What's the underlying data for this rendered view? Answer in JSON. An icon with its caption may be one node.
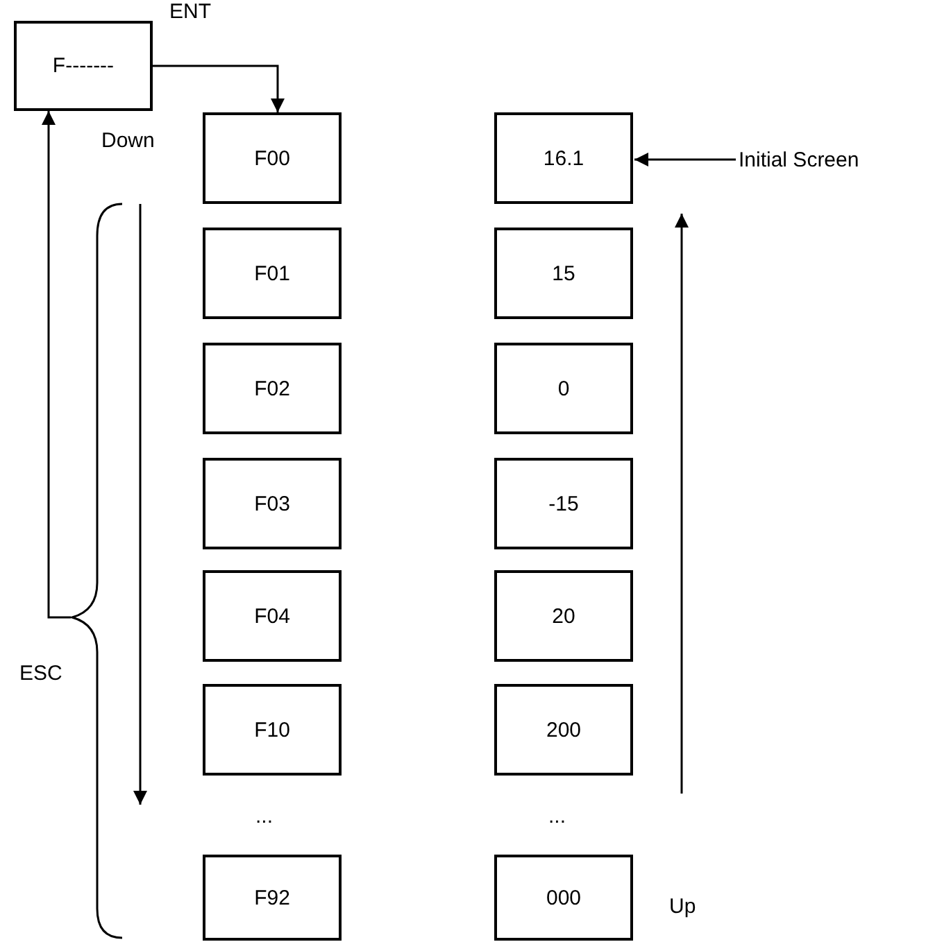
{
  "diagram": {
    "nodes": [
      {
        "text": [
          "F-------"
        ]
      },
      {
        "text": [
          "F00"
        ]
      },
      {
        "text": [
          "F01"
        ]
      },
      {
        "text": [
          "F02"
        ]
      },
      {
        "text": [
          "F03"
        ]
      },
      {
        "text": [
          "F04"
        ]
      },
      {
        "text": [
          "F10"
        ]
      },
      {
        "text": [
          "F92"
        ]
      },
      {
        "text": [
          "16.1"
        ]
      },
      {
        "text": [
          "15"
        ]
      },
      {
        "text": [
          "0"
        ]
      },
      {
        "text": [
          "-15"
        ]
      },
      {
        "text": [
          "20"
        ]
      },
      {
        "text": [
          "200"
        ]
      },
      {
        "text": [
          "000"
        ]
      },
      {
        "text": [
          "Initial Screen"
        ]
      },
      {
        "text": [],
        "shape": "brace"
      }
    ],
    "edges": [
      {
        "from": 0,
        "to": 1,
        "arrow": "to",
        "label": "ENT"
      },
      {
        "from": 16,
        "to": 0,
        "arrow": "to"
      },
      {
        "from": 15,
        "to": 8,
        "arrow": "to"
      }
    ],
    "labels": [
      "Down",
      "ESC",
      "...",
      "...",
      "Up"
    ]
  }
}
